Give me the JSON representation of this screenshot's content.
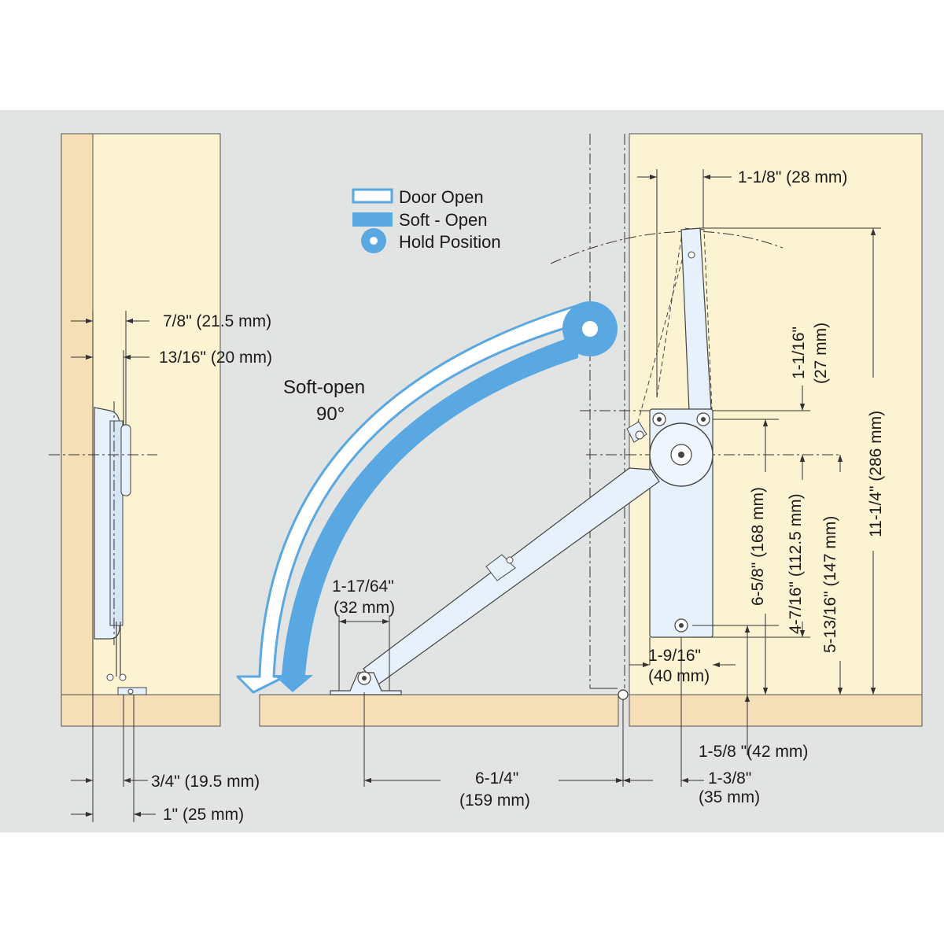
{
  "colors": {
    "background": "#e2e4e4",
    "cabinet_interior": "#fbf3d2",
    "wood": "#f4dfb6",
    "steel": "#e6f1fb",
    "accent_blue": "#5aa8e2",
    "line": "#333333"
  },
  "legend": {
    "door_open": "Door Open",
    "soft_open": "Soft - Open",
    "hold_position": "Hold Position"
  },
  "arc_label": {
    "line1": "Soft-open",
    "line2": "90°"
  },
  "dimensions": {
    "d_7_8": "7/8\" (21.5 mm)",
    "d_13_16": "13/16\" (20 mm)",
    "d_3_4": "3/4\" (19.5 mm)",
    "d_1": "1\" (25 mm)",
    "d_1_17_64_in": "1-17/64\"",
    "d_1_17_64_mm": "(32 mm)",
    "d_6_1_4_in": "6-1/4\"",
    "d_6_1_4_mm": "(159 mm)",
    "d_1_3_8_in": "1-3/8\"",
    "d_1_3_8_mm": "(35 mm)",
    "d_1_5_8": "1-5/8 \"(42 mm)",
    "d_1_9_16_in": "1-9/16\"",
    "d_1_9_16_mm": "(40 mm)",
    "d_1_1_8": "1-1/8\" (28 mm)",
    "d_1_1_16_in": "1-1/16\"",
    "d_1_1_16_mm": "(27 mm)",
    "d_6_5_8": "6-5/8\" (168 mm)",
    "d_4_7_16": "4-7/16\" (112.5 mm)",
    "d_5_13_16": "5-13/16\" (147 mm)",
    "d_11_1_4": "11-1/4\" (286 mm)"
  }
}
